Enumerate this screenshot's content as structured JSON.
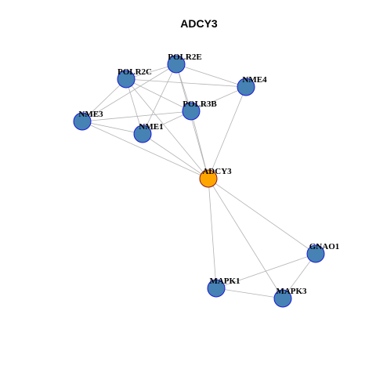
{
  "title": "ADCY3",
  "colors": {
    "node_fill": "#4682b4",
    "node_stroke": "#1a1ad9",
    "focus_fill": "#ffa500",
    "focus_stroke": "#8b1a1a",
    "edge": "#b3b3b3"
  },
  "nodes": [
    {
      "id": "POLR2E",
      "label": "POLR2E",
      "focus": false
    },
    {
      "id": "POLR2C",
      "label": "POLR2C",
      "focus": false
    },
    {
      "id": "NME4",
      "label": "NME4",
      "focus": false
    },
    {
      "id": "POLR3B",
      "label": "POLR3B",
      "focus": false
    },
    {
      "id": "NME3",
      "label": "NME3",
      "focus": false
    },
    {
      "id": "NME1",
      "label": "NME1",
      "focus": false
    },
    {
      "id": "ADCY3",
      "label": "ADCY3",
      "focus": true
    },
    {
      "id": "GNAO1",
      "label": "GNAO1",
      "focus": false
    },
    {
      "id": "MAPK1",
      "label": "MAPK1",
      "focus": false
    },
    {
      "id": "MAPK3",
      "label": "MAPK3",
      "focus": false
    }
  ],
  "edges": [
    [
      "POLR2E",
      "POLR2C"
    ],
    [
      "POLR2E",
      "NME4"
    ],
    [
      "POLR2E",
      "POLR3B"
    ],
    [
      "POLR2E",
      "NME3"
    ],
    [
      "POLR2E",
      "NME1"
    ],
    [
      "POLR2E",
      "ADCY3"
    ],
    [
      "POLR2C",
      "NME4"
    ],
    [
      "POLR2C",
      "POLR3B"
    ],
    [
      "POLR2C",
      "NME3"
    ],
    [
      "POLR2C",
      "NME1"
    ],
    [
      "POLR2C",
      "ADCY3"
    ],
    [
      "NME4",
      "POLR3B"
    ],
    [
      "NME4",
      "ADCY3"
    ],
    [
      "POLR3B",
      "NME3"
    ],
    [
      "POLR3B",
      "NME1"
    ],
    [
      "POLR3B",
      "ADCY3"
    ],
    [
      "NME3",
      "NME1"
    ],
    [
      "NME3",
      "ADCY3"
    ],
    [
      "NME1",
      "ADCY3"
    ],
    [
      "ADCY3",
      "GNAO1"
    ],
    [
      "ADCY3",
      "MAPK1"
    ],
    [
      "ADCY3",
      "MAPK3"
    ],
    [
      "GNAO1",
      "MAPK1"
    ],
    [
      "GNAO1",
      "MAPK3"
    ],
    [
      "MAPK1",
      "MAPK3"
    ]
  ]
}
